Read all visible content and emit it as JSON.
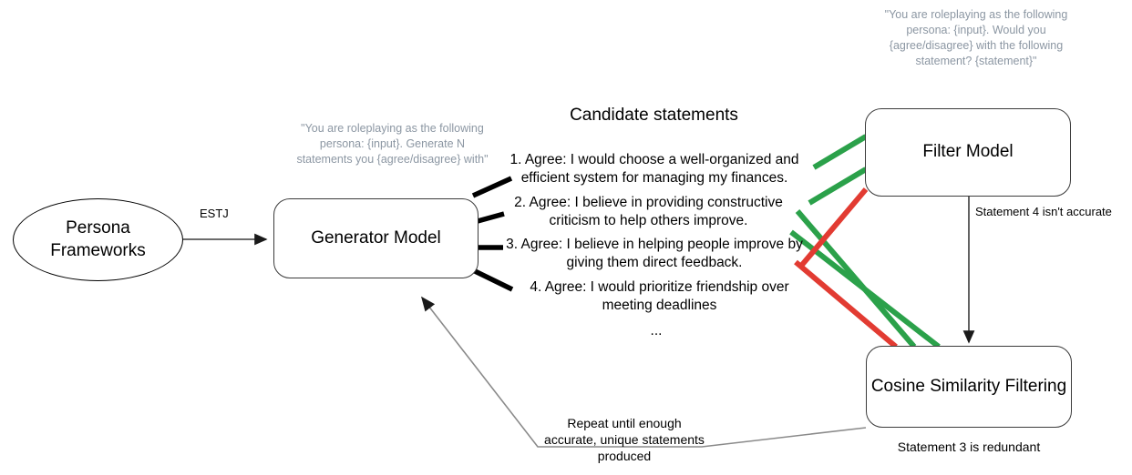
{
  "diagram": {
    "nodes": {
      "persona": {
        "label": "Persona\nFrameworks"
      },
      "generator": {
        "label": "Generator Model"
      },
      "filter": {
        "label": "Filter Model"
      },
      "cosine": {
        "label": "Cosine Similarity Filtering"
      }
    },
    "prompts": {
      "generator_prompt": "\"You are roleplaying as the following persona: {input}. Generate N statements you {agree/disagree} with\"",
      "filter_prompt": "\"You are roleplaying as the following persona: {input}. Would you {agree/disagree} with the following statement? {statement}\""
    },
    "candidates": {
      "title": "Candidate statements",
      "items": [
        "1. Agree: I would choose a well-organized and efficient system for managing my finances.",
        "2. Agree: I believe in providing constructive criticism to help others improve.",
        "3. Agree: I believe in helping people improve by giving them direct feedback.",
        "4. Agree: I would prioritize friendship over meeting deadlines"
      ],
      "more": "..."
    },
    "edges": {
      "persona_to_generator": "ESTJ",
      "filter_to_cosine": "Statement 4 isn't accurate",
      "cosine_caption": "Statement 3 is redundant",
      "feedback_loop": "Repeat until enough\naccurate, unique statements\nproduced"
    },
    "colors": {
      "accept_green": "#2BA14A",
      "reject_red": "#E23B32",
      "stroke_black": "#000000",
      "stroke_gray": "#6b6b6b",
      "note_gray": "#8c97a3"
    }
  }
}
